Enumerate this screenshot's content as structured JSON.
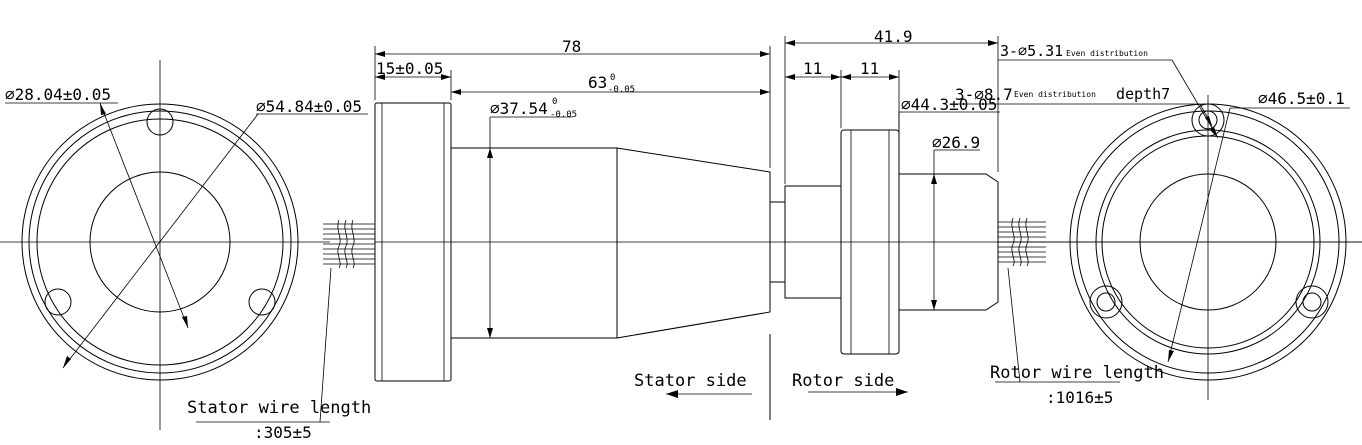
{
  "labels": {
    "stator_wire_length": "Stator wire length",
    "stator_wire_value": ":305±5",
    "rotor_wire_length": "Rotor wire length",
    "rotor_wire_value": ":1016±5",
    "stator_side": "Stator side",
    "rotor_side": "Rotor side"
  },
  "dimensions": {
    "d_28": "⌀28.04±0.05",
    "d_54": "⌀54.84±0.05",
    "len_15": "15±0.05",
    "len_78": "78",
    "len_63": "63",
    "len_63_tol_upper": "0",
    "len_63_tol_lower": "-0.05",
    "d_37": "⌀37.54",
    "d_37_tol_upper": "0",
    "d_37_tol_lower": "-0.05",
    "len_41": "41.9",
    "len_11a": "11",
    "len_11b": "11",
    "d_44": "⌀44.3±0.05",
    "d_26": "⌀26.9",
    "d_46": "⌀46.5±0.1"
  },
  "holes": {
    "h_531_main": "3-⌀5.31",
    "h_531_note": "Even distribution",
    "h_87_main": "3-⌀8.7",
    "h_87_note": "Even distribution",
    "h_87_depth": "depth7"
  }
}
